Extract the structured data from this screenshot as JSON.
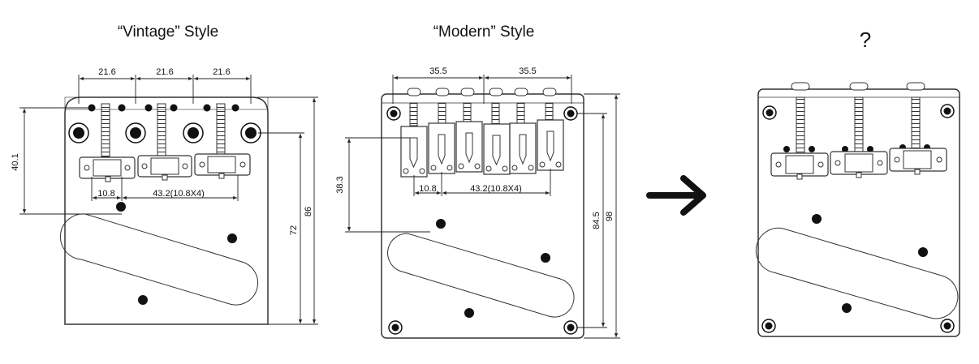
{
  "titles": {
    "vintage": "“Vintage” Style",
    "modern": "“Modern” Style",
    "unknown": "?"
  },
  "vintage": {
    "top_spacing": [
      "21.6",
      "21.6",
      "21.6"
    ],
    "left_height": "40.1",
    "saddle_gap": "10.8",
    "saddle_span": "43.2(10.8X4)",
    "inner_height": "72",
    "outer_height": "86"
  },
  "modern": {
    "top_spacing": [
      "35.5",
      "35.5"
    ],
    "left_height": "38.3",
    "saddle_gap": "10.8",
    "saddle_span": "43.2(10.8X4)",
    "inner_height": "84.5",
    "outer_height": "98"
  },
  "colors": {
    "line": "#333333",
    "ink": "#111111",
    "background": "#ffffff"
  },
  "icons": {
    "arrow": "right-arrow-icon"
  }
}
